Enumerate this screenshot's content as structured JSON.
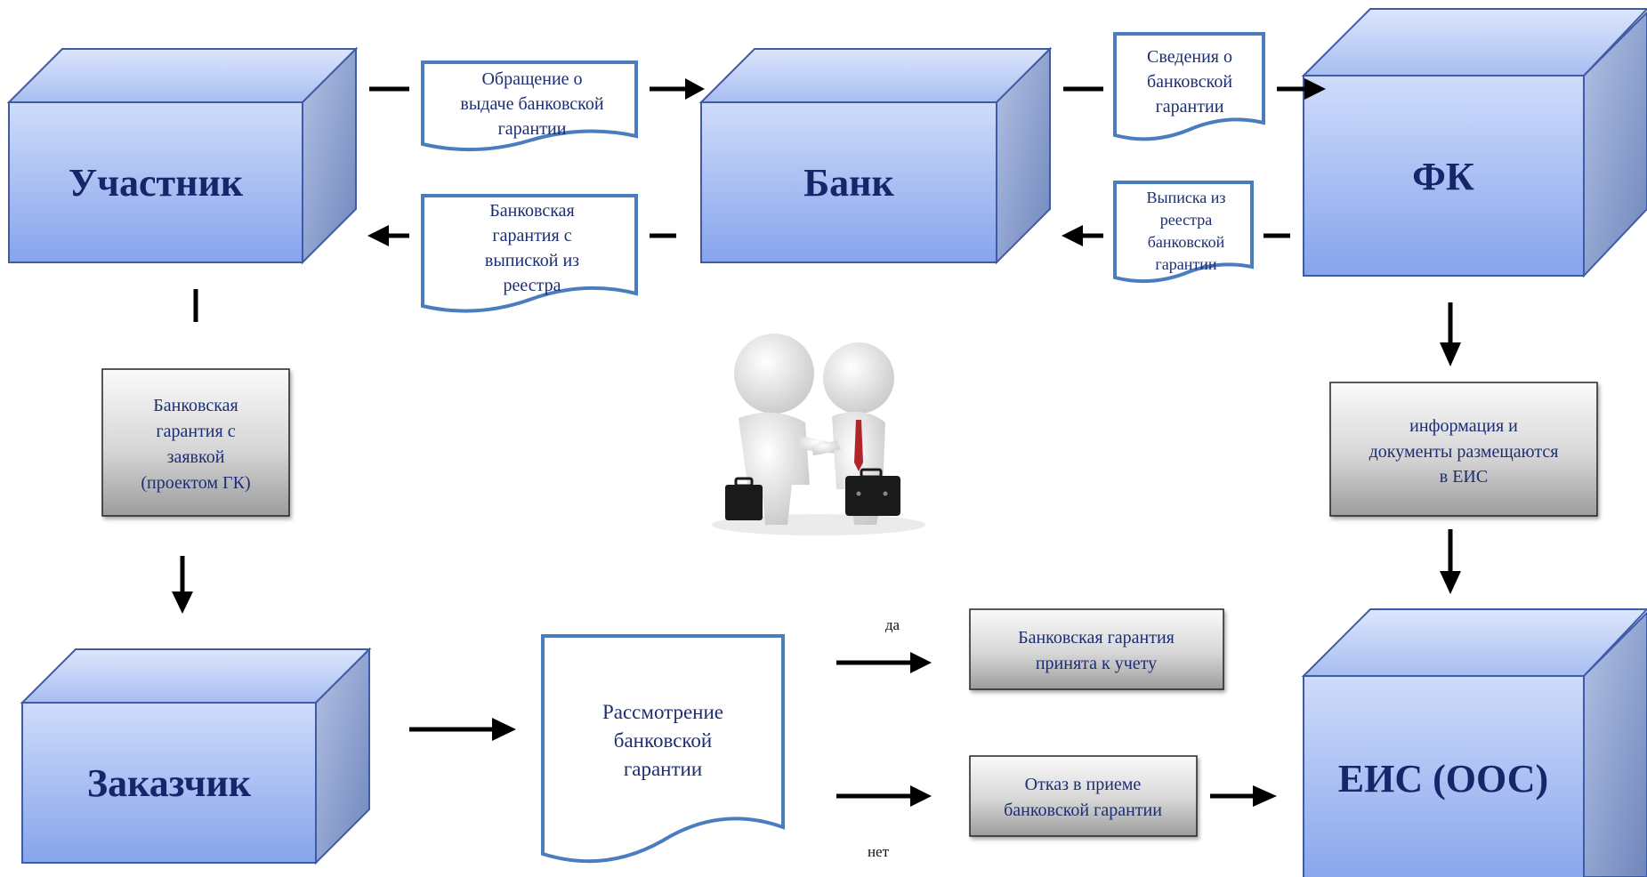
{
  "colors": {
    "cube_front_top": "#c9d9fb",
    "cube_front_bottom": "#86a5ee",
    "cube_side": "#8fa2cc",
    "cube_top": "#b7c9f2",
    "cube_edge": "#3f5ba8",
    "doc_border": "#4a7cc0",
    "label": "#17266a",
    "gray_box_top": "#f7f7f7",
    "gray_box_bottom": "#9a9a9a"
  },
  "cubes": {
    "participant": "Участник",
    "bank": "Банк",
    "fk": "ФК",
    "customer": "Заказчик",
    "eis": "ЕИС (ООС)"
  },
  "documents": {
    "request": [
      "Обращение о",
      "выдаче банковской",
      "гарантии"
    ],
    "guarantee_with_extract": [
      "Банковская",
      "гарантия с",
      "выпиской из",
      "реестра"
    ],
    "info": [
      "Сведения  о",
      "банковской",
      "гарантии"
    ],
    "extract": [
      "Выписка из",
      "реестра",
      "банковской",
      "гарантии"
    ],
    "review": [
      "Рассмотрение",
      "банковской",
      "гарантии"
    ]
  },
  "gray_boxes": {
    "application": [
      "Банковская",
      "гарантия с",
      "заявкой",
      "(проектом ГК)"
    ],
    "eis_info": [
      "информация и",
      "документы размещаются",
      "в ЕИС"
    ],
    "accepted": [
      "Банковская гарантия",
      "принята к учету"
    ],
    "rejected": [
      "Отказ в приеме",
      "банковской гарантии"
    ]
  },
  "branch_labels": {
    "yes": "да",
    "no": "нет"
  },
  "icons": {
    "handshake": "handshake-businessmen-icon"
  }
}
